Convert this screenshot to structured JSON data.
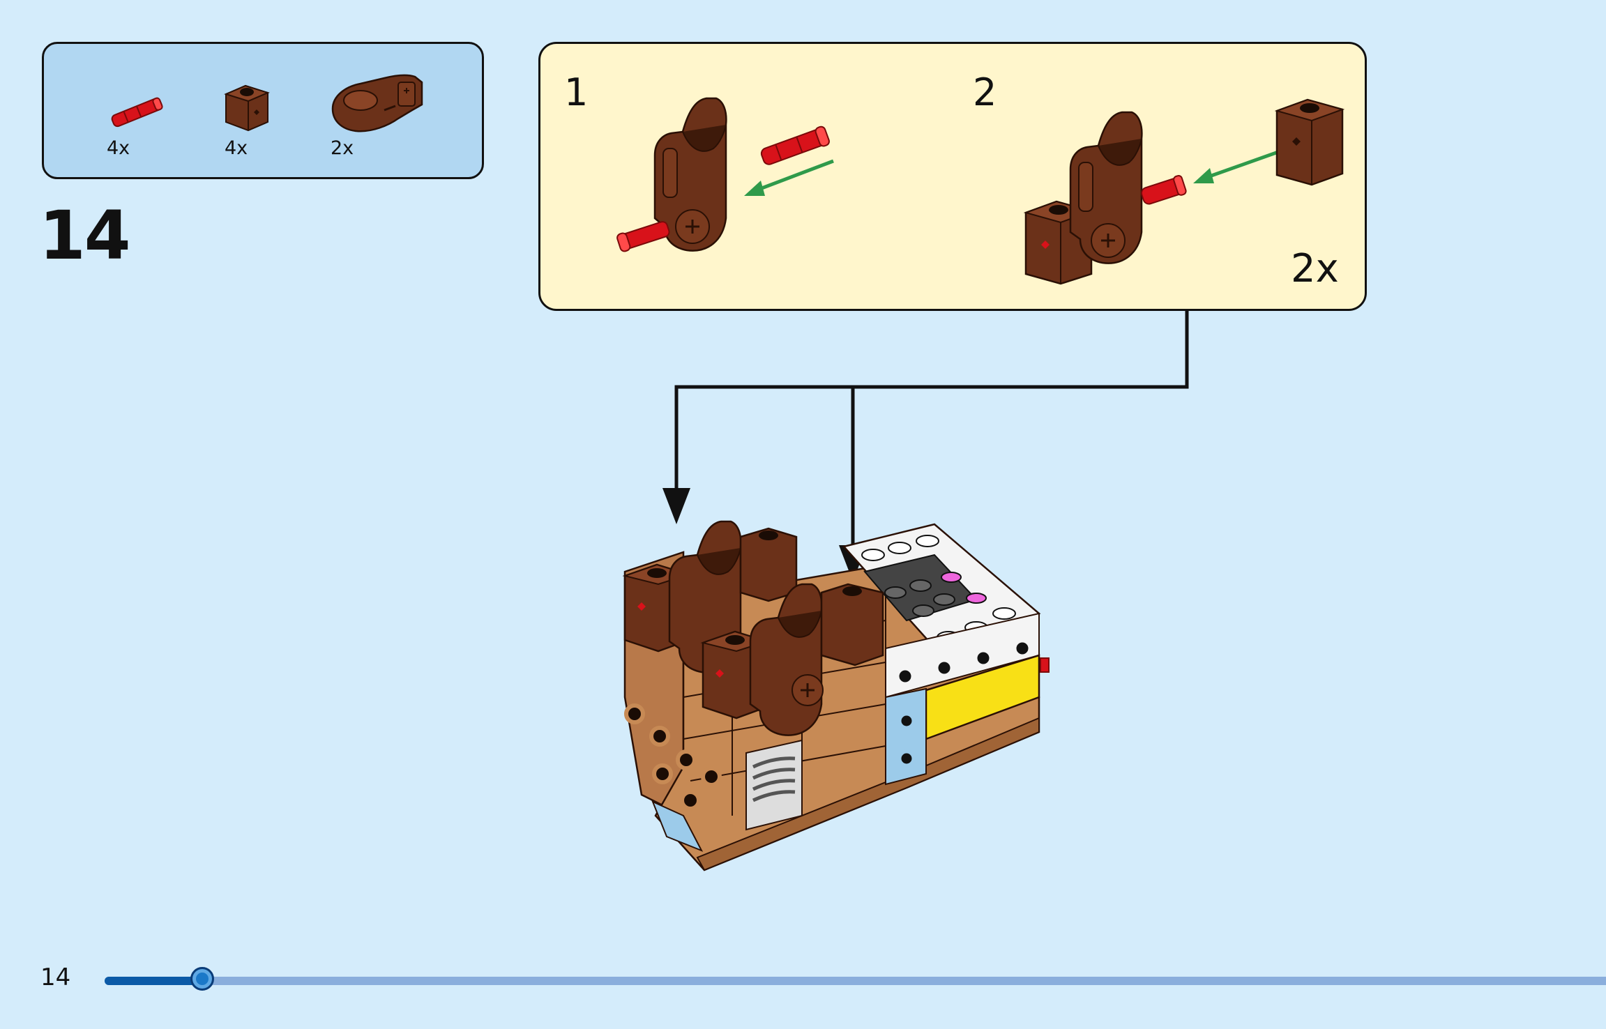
{
  "parts_list": {
    "items": [
      {
        "name": "red-axle-pin",
        "qty": "4x"
      },
      {
        "name": "brown-brick-with-axle-hole",
        "qty": "4x"
      },
      {
        "name": "brown-connector-piece",
        "qty": "2x"
      }
    ]
  },
  "step": {
    "number": "14"
  },
  "sub_assembly": {
    "step1_label": "1",
    "step2_label": "2",
    "multiplier": "2x"
  },
  "colors": {
    "background": "#d4ecfb",
    "parts_box": "#b1d7f2",
    "sub_box": "#fff6cc",
    "brown": "#6b3119",
    "red": "#d8121a",
    "green_arrow": "#2f9a4a",
    "progress_fill": "#0b5aa7",
    "progress_track": "#8aaedc"
  },
  "footer": {
    "page_number": "14",
    "progress_fraction": 0.065
  }
}
